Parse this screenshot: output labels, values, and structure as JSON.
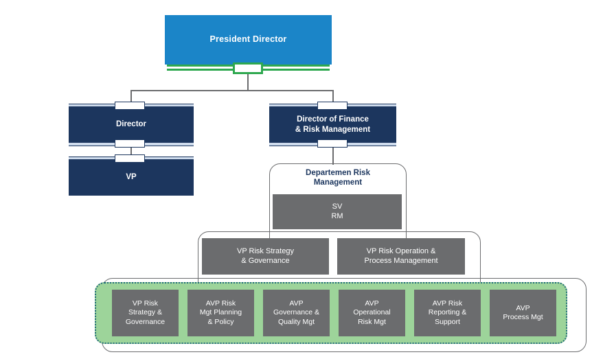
{
  "chart_data": {
    "type": "diagram",
    "title": "Risk Management Organizational Structure",
    "orientation": "top-down",
    "levels": 5
  },
  "colors": {
    "blue": "#1B85C8",
    "navy": "#1C365E",
    "gray": "#6B6C6E",
    "green_accent": "#2EA84F",
    "green_highlight": "#9DD49A",
    "dotted_border": "#1F6A7A",
    "rail": "#CFDCED",
    "white": "#FFFFFF"
  },
  "nodes": {
    "president": {
      "label": "President Director"
    },
    "director": {
      "label": "Director"
    },
    "vp": {
      "label": "VP"
    },
    "director_finance": {
      "label": "Director of Finance\n& Risk Management"
    },
    "department_caption": {
      "label": "Departemen Risk\nManagement"
    },
    "sv_rm": {
      "label": "SV\nRM"
    },
    "vp_level": [
      {
        "label": "VP Risk Strategy\n& Governance"
      },
      {
        "label": "VP Risk Operation &\nProcess Management"
      }
    ],
    "avp_level": [
      {
        "label": "VP Risk\nStrategy &\nGovernance"
      },
      {
        "label": "AVP Risk\nMgt Planning\n& Policy"
      },
      {
        "label": "AVP\nGovernance &\nQuality Mgt"
      },
      {
        "label": "AVP\nOperational\nRisk Mgt"
      },
      {
        "label": "AVP Risk\nReporting &\nSupport"
      },
      {
        "label": "AVP\nProcess Mgt"
      }
    ]
  }
}
